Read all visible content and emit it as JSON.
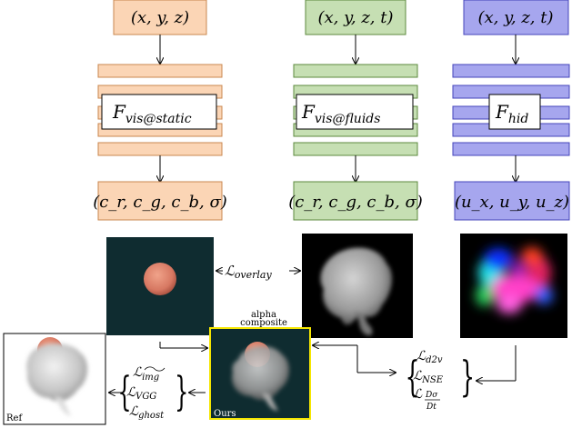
{
  "inputs": {
    "static": "(x, y, z)",
    "fluids": "(x, y, z, t)",
    "hidden": "(x, y, z, t)"
  },
  "networks": {
    "static": {
      "main": "F",
      "sub": "vis@static"
    },
    "fluids": {
      "main": "F",
      "sub": "vis@fluids"
    },
    "hidden": {
      "main": "F",
      "sub": "hid"
    }
  },
  "outputs": {
    "static": "(c_r, c_g, c_b, σ)",
    "fluids": "(c_r, c_g, c_b, σ)",
    "hidden": "(u_x, u_y, u_z)"
  },
  "losses": {
    "overlay": "overlay",
    "img": "img",
    "vgg": "VGG",
    "ghost": "ghost",
    "d2v": "d2v",
    "nse": "NSE",
    "dsigma_num": "Dσ",
    "dsigma_den": "Dt"
  },
  "labels": {
    "alpha_line1": "alpha",
    "alpha_line2": "composite",
    "ref": "Ref",
    "ours": "Ours"
  },
  "colors": {
    "orange_fill": "#fbd5b5",
    "orange_stroke": "#c9874f",
    "green_fill": "#c6dfb3",
    "green_stroke": "#5c8a3e",
    "blue_fill": "#a6a6ee",
    "blue_stroke": "#4444bb",
    "scene_bg": "#0f2c30",
    "ours_border": "#f5e600"
  }
}
